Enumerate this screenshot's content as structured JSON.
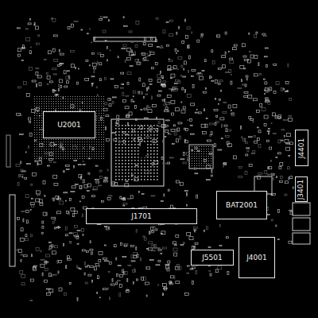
{
  "diagram": {
    "nodes": [
      {
        "text": [
          "U2001"
        ]
      },
      {
        "text": [
          "J1701"
        ]
      },
      {
        "text": [
          "BAT2001"
        ]
      },
      {
        "text": [
          "J5501"
        ]
      },
      {
        "text": [
          "J4001"
        ]
      },
      {
        "text": [
          "J4401"
        ]
      },
      {
        "text": [
          "J3401"
        ]
      }
    ]
  }
}
